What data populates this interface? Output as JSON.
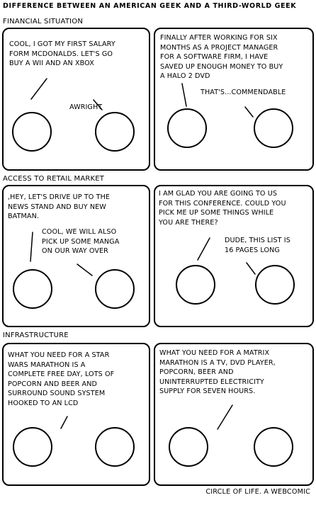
{
  "title": "DIFFERENCE BETWEEN AN AMERICAN GEEK AND A THIRD-WORLD GEEK",
  "rows": [
    {
      "heading": "FINANCIAL SITUATION",
      "left": {
        "speech1": "COOL, I GOT MY FIRST SALARY\nFORM MCDONALDS. LET'S GO\nBUY A WII AND AN XBOX",
        "speech2": "AWRIGHT"
      },
      "right": {
        "speech1": "FINALLY AFTER WORKING FOR SIX\nMONTHS AS A PROJECT MANAGER\nFOR A SOFTWARE FIRM, I HAVE\nSAVED UP ENOUGH MONEY TO BUY\nA HALO 2 DVD",
        "speech2": "THAT'S...COMMENDABLE"
      }
    },
    {
      "heading": "ACCESS TO RETAIL MARKET",
      "left": {
        "speech1": ",HEY, LET'S DRIVE UP TO THE\nNEWS STAND AND BUY NEW\nBATMAN.",
        "speech2": "COOL, WE WILL ALSO\nPICK UP SOME MANGA\nON OUR WAY OVER"
      },
      "right": {
        "speech1": "I AM GLAD YOU ARE GOING TO US\nFOR THIS CONFERENCE. COULD YOU\nPICK ME UP SOME THINGS WHILE\nYOU ARE THERE?",
        "speech2": "DUDE, THIS LIST IS\n16 PAGES LONG"
      }
    },
    {
      "heading": "INFRASTRUCTURE",
      "left": {
        "speech1": "WHAT YOU NEED FOR A STAR\nWARS MARATHON IS A\nCOMPLETE FREE DAY, LOTS OF\nPOPCORN AND BEER AND\nSURROUND SOUND SYSTEM\nHOOKED TO AN LCD"
      },
      "right": {
        "speech1": "WHAT YOU NEED FOR A MATRIX\nMARATHON IS A TV, DVD PLAYER,\nPOPCORN, BEER AND\nUNINTERRUPTED ELECTRICITY\nSUPPLY FOR SEVEN HOURS."
      }
    }
  ],
  "footer": "CIRCLE OF LIFE. A WEBCOMIC"
}
